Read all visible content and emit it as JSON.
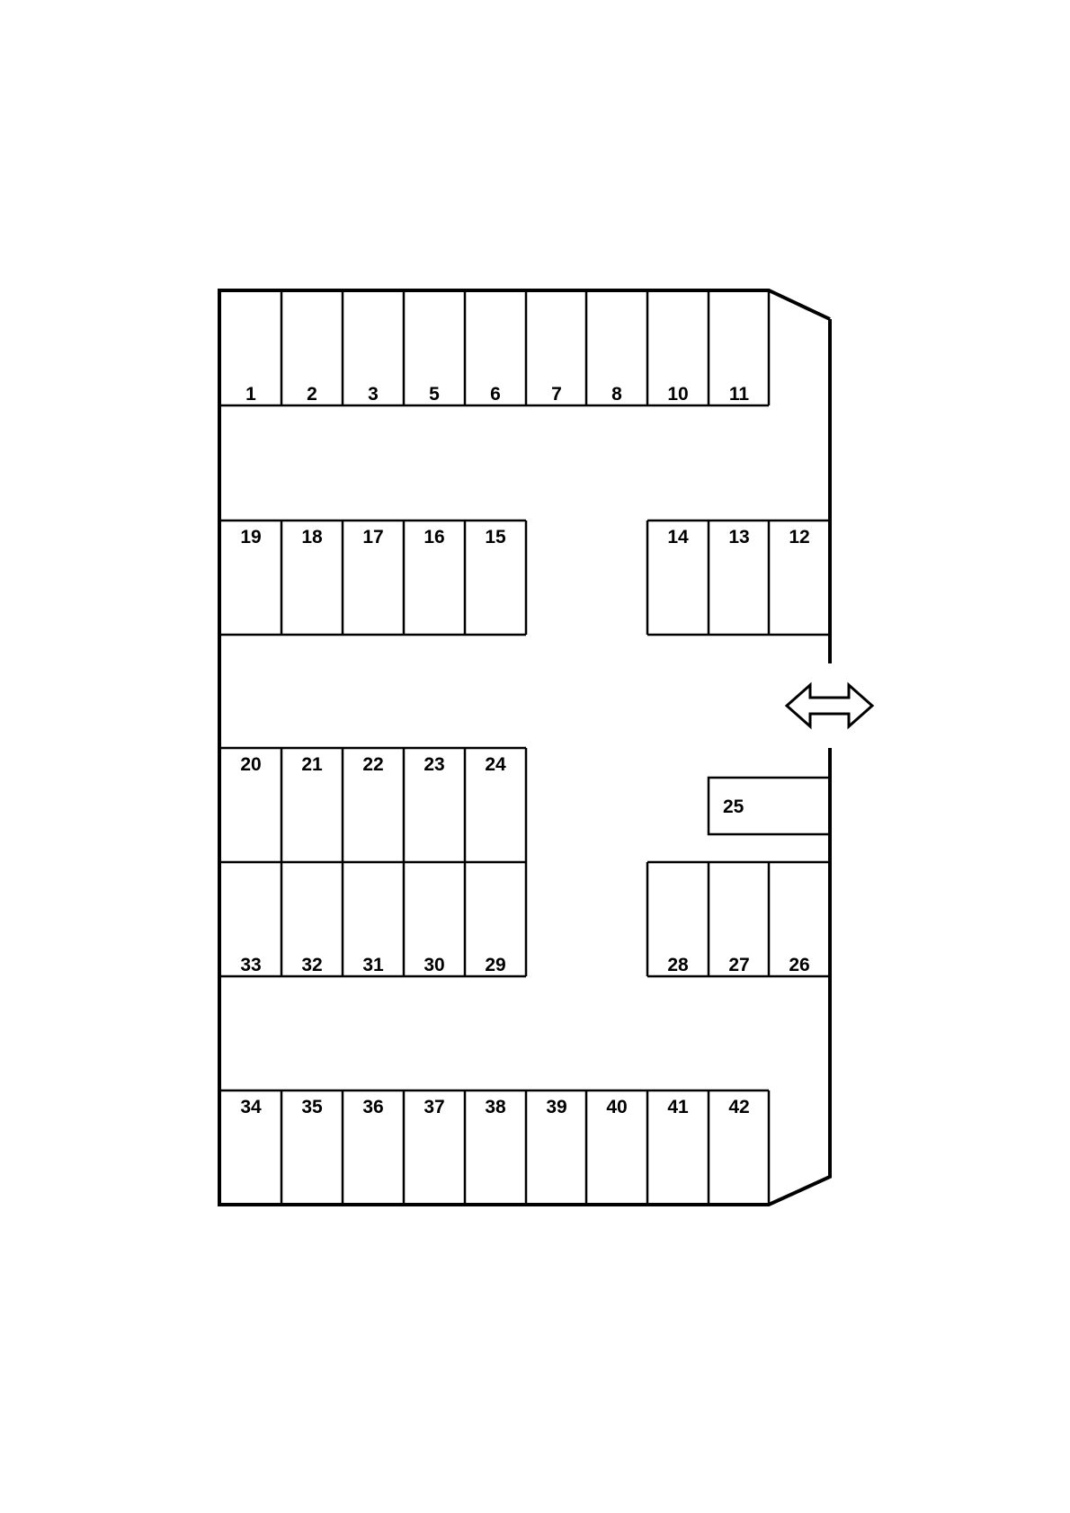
{
  "colors": {
    "line": "#000000",
    "background": "#ffffff"
  },
  "entrance": {
    "icon": "double-arrow-icon"
  },
  "rows": {
    "top": {
      "labels": [
        "1",
        "2",
        "3",
        "5",
        "6",
        "7",
        "8",
        "10",
        "11"
      ]
    },
    "second_left": {
      "labels": [
        "19",
        "18",
        "17",
        "16",
        "15"
      ]
    },
    "second_right": {
      "labels": [
        "14",
        "13",
        "12"
      ]
    },
    "third_left": {
      "labels": [
        "20",
        "21",
        "22",
        "23",
        "24"
      ]
    },
    "side": {
      "labels": [
        "25"
      ]
    },
    "fourth_left": {
      "labels": [
        "33",
        "32",
        "31",
        "30",
        "29"
      ]
    },
    "fourth_right": {
      "labels": [
        "28",
        "27",
        "26"
      ]
    },
    "bottom": {
      "labels": [
        "34",
        "35",
        "36",
        "37",
        "38",
        "39",
        "40",
        "41",
        "42"
      ]
    }
  }
}
